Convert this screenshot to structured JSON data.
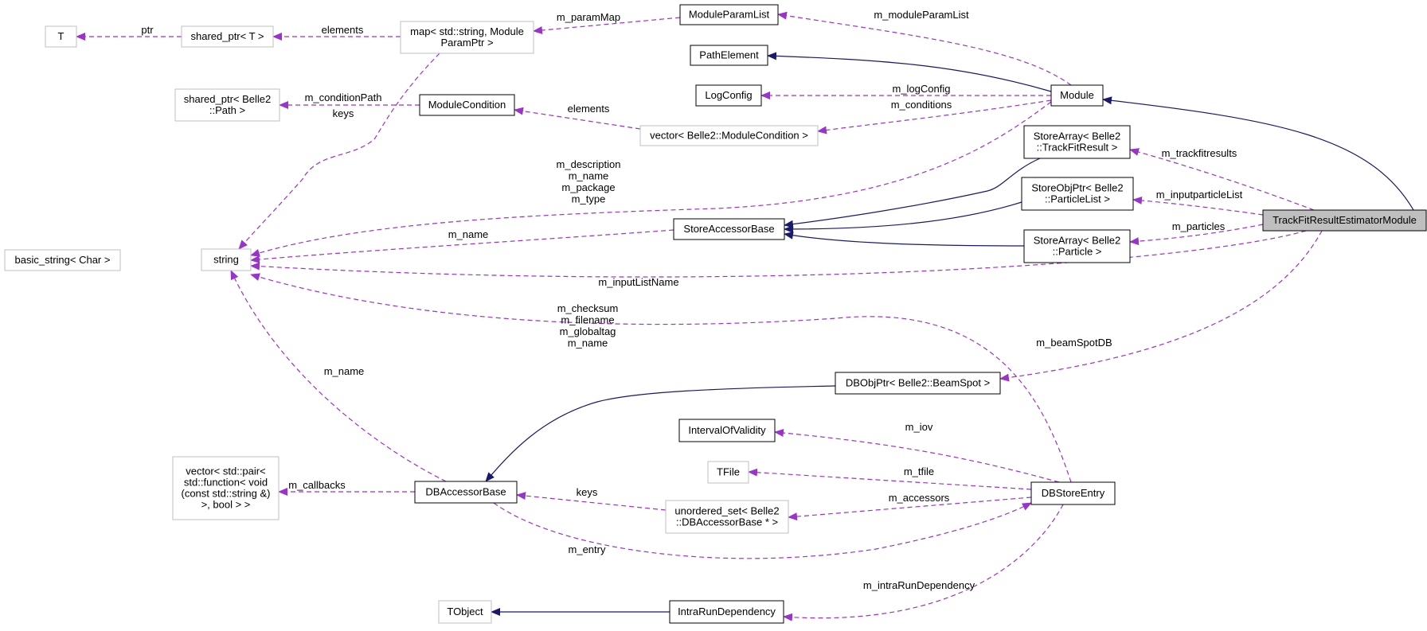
{
  "diagram": {
    "title": "Collaboration diagram for TrackFitResultEstimatorModule",
    "colors": {
      "dependency": "#9a32cd",
      "inheritance": "#191970",
      "current_fill": "#bfbfbf",
      "undocumented_border": "#bfbfbf"
    },
    "nodes": {
      "T": [
        "T"
      ],
      "shared_ptr_T": [
        "shared_ptr< T >"
      ],
      "map": [
        "map< std::string, Module",
        "ParamPtr >"
      ],
      "ModuleParamList": [
        "ModuleParamList"
      ],
      "PathElement": [
        "PathElement"
      ],
      "LogConfig": [
        "LogConfig"
      ],
      "Module": [
        "Module"
      ],
      "shared_ptr_Path": [
        "shared_ptr< Belle2",
        "::Path >"
      ],
      "ModuleCondition": [
        "ModuleCondition"
      ],
      "vector_ModuleCondition": [
        "vector< Belle2::ModuleCondition >"
      ],
      "StoreArray_TrackFitResult": [
        "StoreArray< Belle2",
        "::TrackFitResult >"
      ],
      "StoreObjPtr_ParticleList": [
        "StoreObjPtr< Belle2",
        "::ParticleList >"
      ],
      "TrackFitResultEstimatorModule": [
        "TrackFitResultEstimatorModule"
      ],
      "StoreAccessorBase": [
        "StoreAccessorBase"
      ],
      "StoreArray_Particle": [
        "StoreArray< Belle2",
        "::Particle >"
      ],
      "basic_string": [
        "basic_string< Char >"
      ],
      "string": [
        "string"
      ],
      "DBObjPtr_BeamSpot": [
        "DBObjPtr< Belle2::BeamSpot >"
      ],
      "IntervalOfValidity": [
        "IntervalOfValidity"
      ],
      "TFile": [
        "TFile"
      ],
      "unordered_set": [
        "unordered_set< Belle2",
        "::DBAccessorBase * >"
      ],
      "DBStoreEntry": [
        "DBStoreEntry"
      ],
      "DBAccessorBase": [
        "DBAccessorBase"
      ],
      "vector_pair": [
        "vector< std::pair<",
        "std::function< void",
        "(const std::string &)",
        ">, bool > >"
      ],
      "TObject": [
        "TObject"
      ],
      "IntraRunDependency": [
        "IntraRunDependency"
      ]
    },
    "edge_labels": {
      "ptr": [
        "ptr"
      ],
      "elements_top": [
        "elements"
      ],
      "m_paramMap": [
        "m_paramMap"
      ],
      "m_moduleParamList": [
        "m_moduleParamList"
      ],
      "m_logConfig": [
        "m_logConfig"
      ],
      "m_conditions": [
        "m_conditions"
      ],
      "elements_mid": [
        "elements"
      ],
      "m_conditionPath": [
        "m_conditionPath"
      ],
      "keys_top": [
        "keys"
      ],
      "module_strings": [
        "m_description",
        "m_name",
        "m_package",
        "m_type"
      ],
      "store_name": [
        "m_name"
      ],
      "m_trackfitresults": [
        "m_trackfitresults"
      ],
      "m_inputparticleList": [
        "m_inputparticleList"
      ],
      "m_particles": [
        "m_particles"
      ],
      "m_inputListName": [
        "m_inputListName"
      ],
      "dbstore_strings": [
        "m_checksum",
        "m_filename",
        "m_globaltag",
        "m_name"
      ],
      "m_beamSpotDB": [
        "m_beamSpotDB"
      ],
      "dbaccessor_name": [
        "m_name"
      ],
      "m_iov": [
        "m_iov"
      ],
      "m_tfile": [
        "m_tfile"
      ],
      "m_accessors": [
        "m_accessors"
      ],
      "keys_bottom": [
        "keys"
      ],
      "m_callbacks": [
        "m_callbacks"
      ],
      "m_entry": [
        "m_entry"
      ],
      "m_intraRunDependency": [
        "m_intraRunDependency"
      ]
    }
  }
}
